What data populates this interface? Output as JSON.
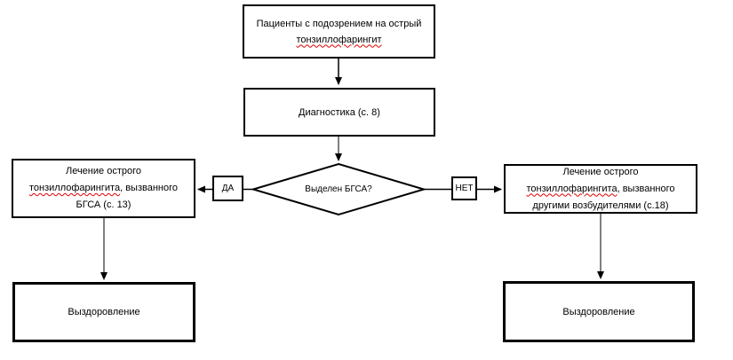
{
  "diagram": {
    "type": "flowchart",
    "language": "ru",
    "colors": {
      "line": "#000000",
      "box_fill": "#ffffff",
      "text": "#000000",
      "spellcheck_underline": "#e00000",
      "background": "#ffffff"
    },
    "nodes": {
      "start": {
        "line1": "Пациенты с подозрением на острый",
        "line2_misspelled": "тонзиллофарингит"
      },
      "diagnostics": {
        "label": "Диагностика (с. 8)"
      },
      "decision": {
        "label": "Выделен БГСА?"
      },
      "yes_connector": {
        "label": "ДА"
      },
      "no_connector": {
        "label": "НЕТ"
      },
      "treat_bgsa": {
        "line1": "Лечение острого",
        "line2_misspelled": "тонзиллофарингита",
        "line2_rest": ", вызванного",
        "line3": "БГСА (с. 13)"
      },
      "treat_other": {
        "line1": "Лечение острого",
        "line2_misspelled": "тонзиллофарингита",
        "line2_rest": ", вызванного",
        "line3": "другими возбудителями (с.18)"
      },
      "recovery_left": {
        "label": "Выздоровление"
      },
      "recovery_right": {
        "label": "Выздоровление"
      }
    },
    "edges": [
      {
        "from": "start",
        "to": "diagnostics",
        "arrow": true
      },
      {
        "from": "diagnostics",
        "to": "decision",
        "arrow": true
      },
      {
        "from": "decision",
        "to": "treat_bgsa",
        "via": "ДА",
        "arrow": true
      },
      {
        "from": "decision",
        "to": "treat_other",
        "via": "НЕТ",
        "arrow": true
      },
      {
        "from": "treat_bgsa",
        "to": "recovery_left",
        "arrow": true
      },
      {
        "from": "treat_other",
        "to": "recovery_right",
        "arrow": true
      }
    ]
  }
}
